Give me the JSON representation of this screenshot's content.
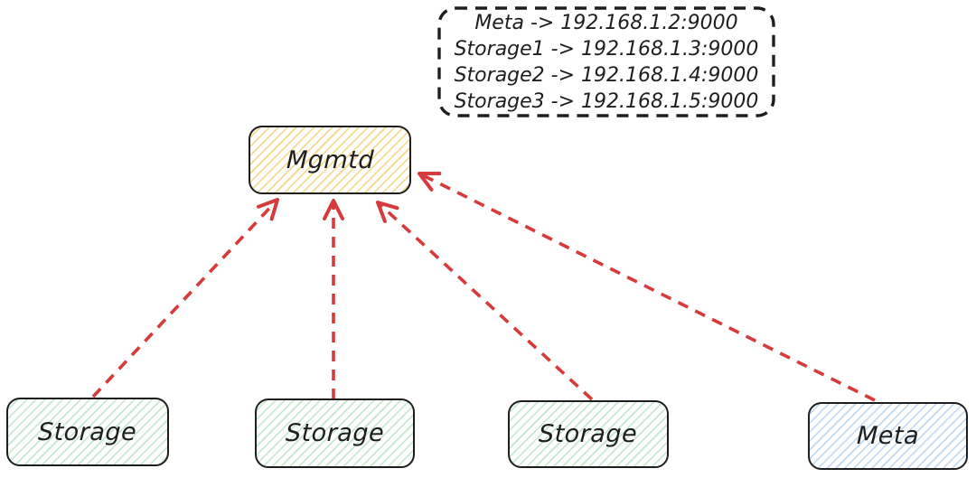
{
  "legend": {
    "lines": [
      "Meta -> 192.168.1.2:9000",
      "Storage1 -> 192.168.1.3:9000",
      "Storage2 -> 192.168.1.4:9000",
      "Storage3 -> 192.168.1.5:9000"
    ]
  },
  "nodes": {
    "mgmtd": {
      "label": "Mgmtd",
      "fill_hatch": "#f2dc96"
    },
    "storage1": {
      "label": "Storage",
      "fill_hatch": "#c9ead1"
    },
    "storage2": {
      "label": "Storage",
      "fill_hatch": "#c9ead1"
    },
    "storage3": {
      "label": "Storage",
      "fill_hatch": "#c9ead1"
    },
    "meta": {
      "label": "Meta",
      "fill_hatch": "#c5dcf2"
    }
  },
  "edges": [
    {
      "from": "storage1",
      "to": "mgmtd",
      "style": "dashed-red-arrow"
    },
    {
      "from": "storage2",
      "to": "mgmtd",
      "style": "dashed-red-arrow"
    },
    {
      "from": "storage3",
      "to": "mgmtd",
      "style": "dashed-red-arrow"
    },
    {
      "from": "meta",
      "to": "mgmtd",
      "style": "dashed-red-arrow"
    }
  ],
  "colors": {
    "arrow": "#d63a3a",
    "outline": "#1e1e1e",
    "background": "#ffffff"
  }
}
